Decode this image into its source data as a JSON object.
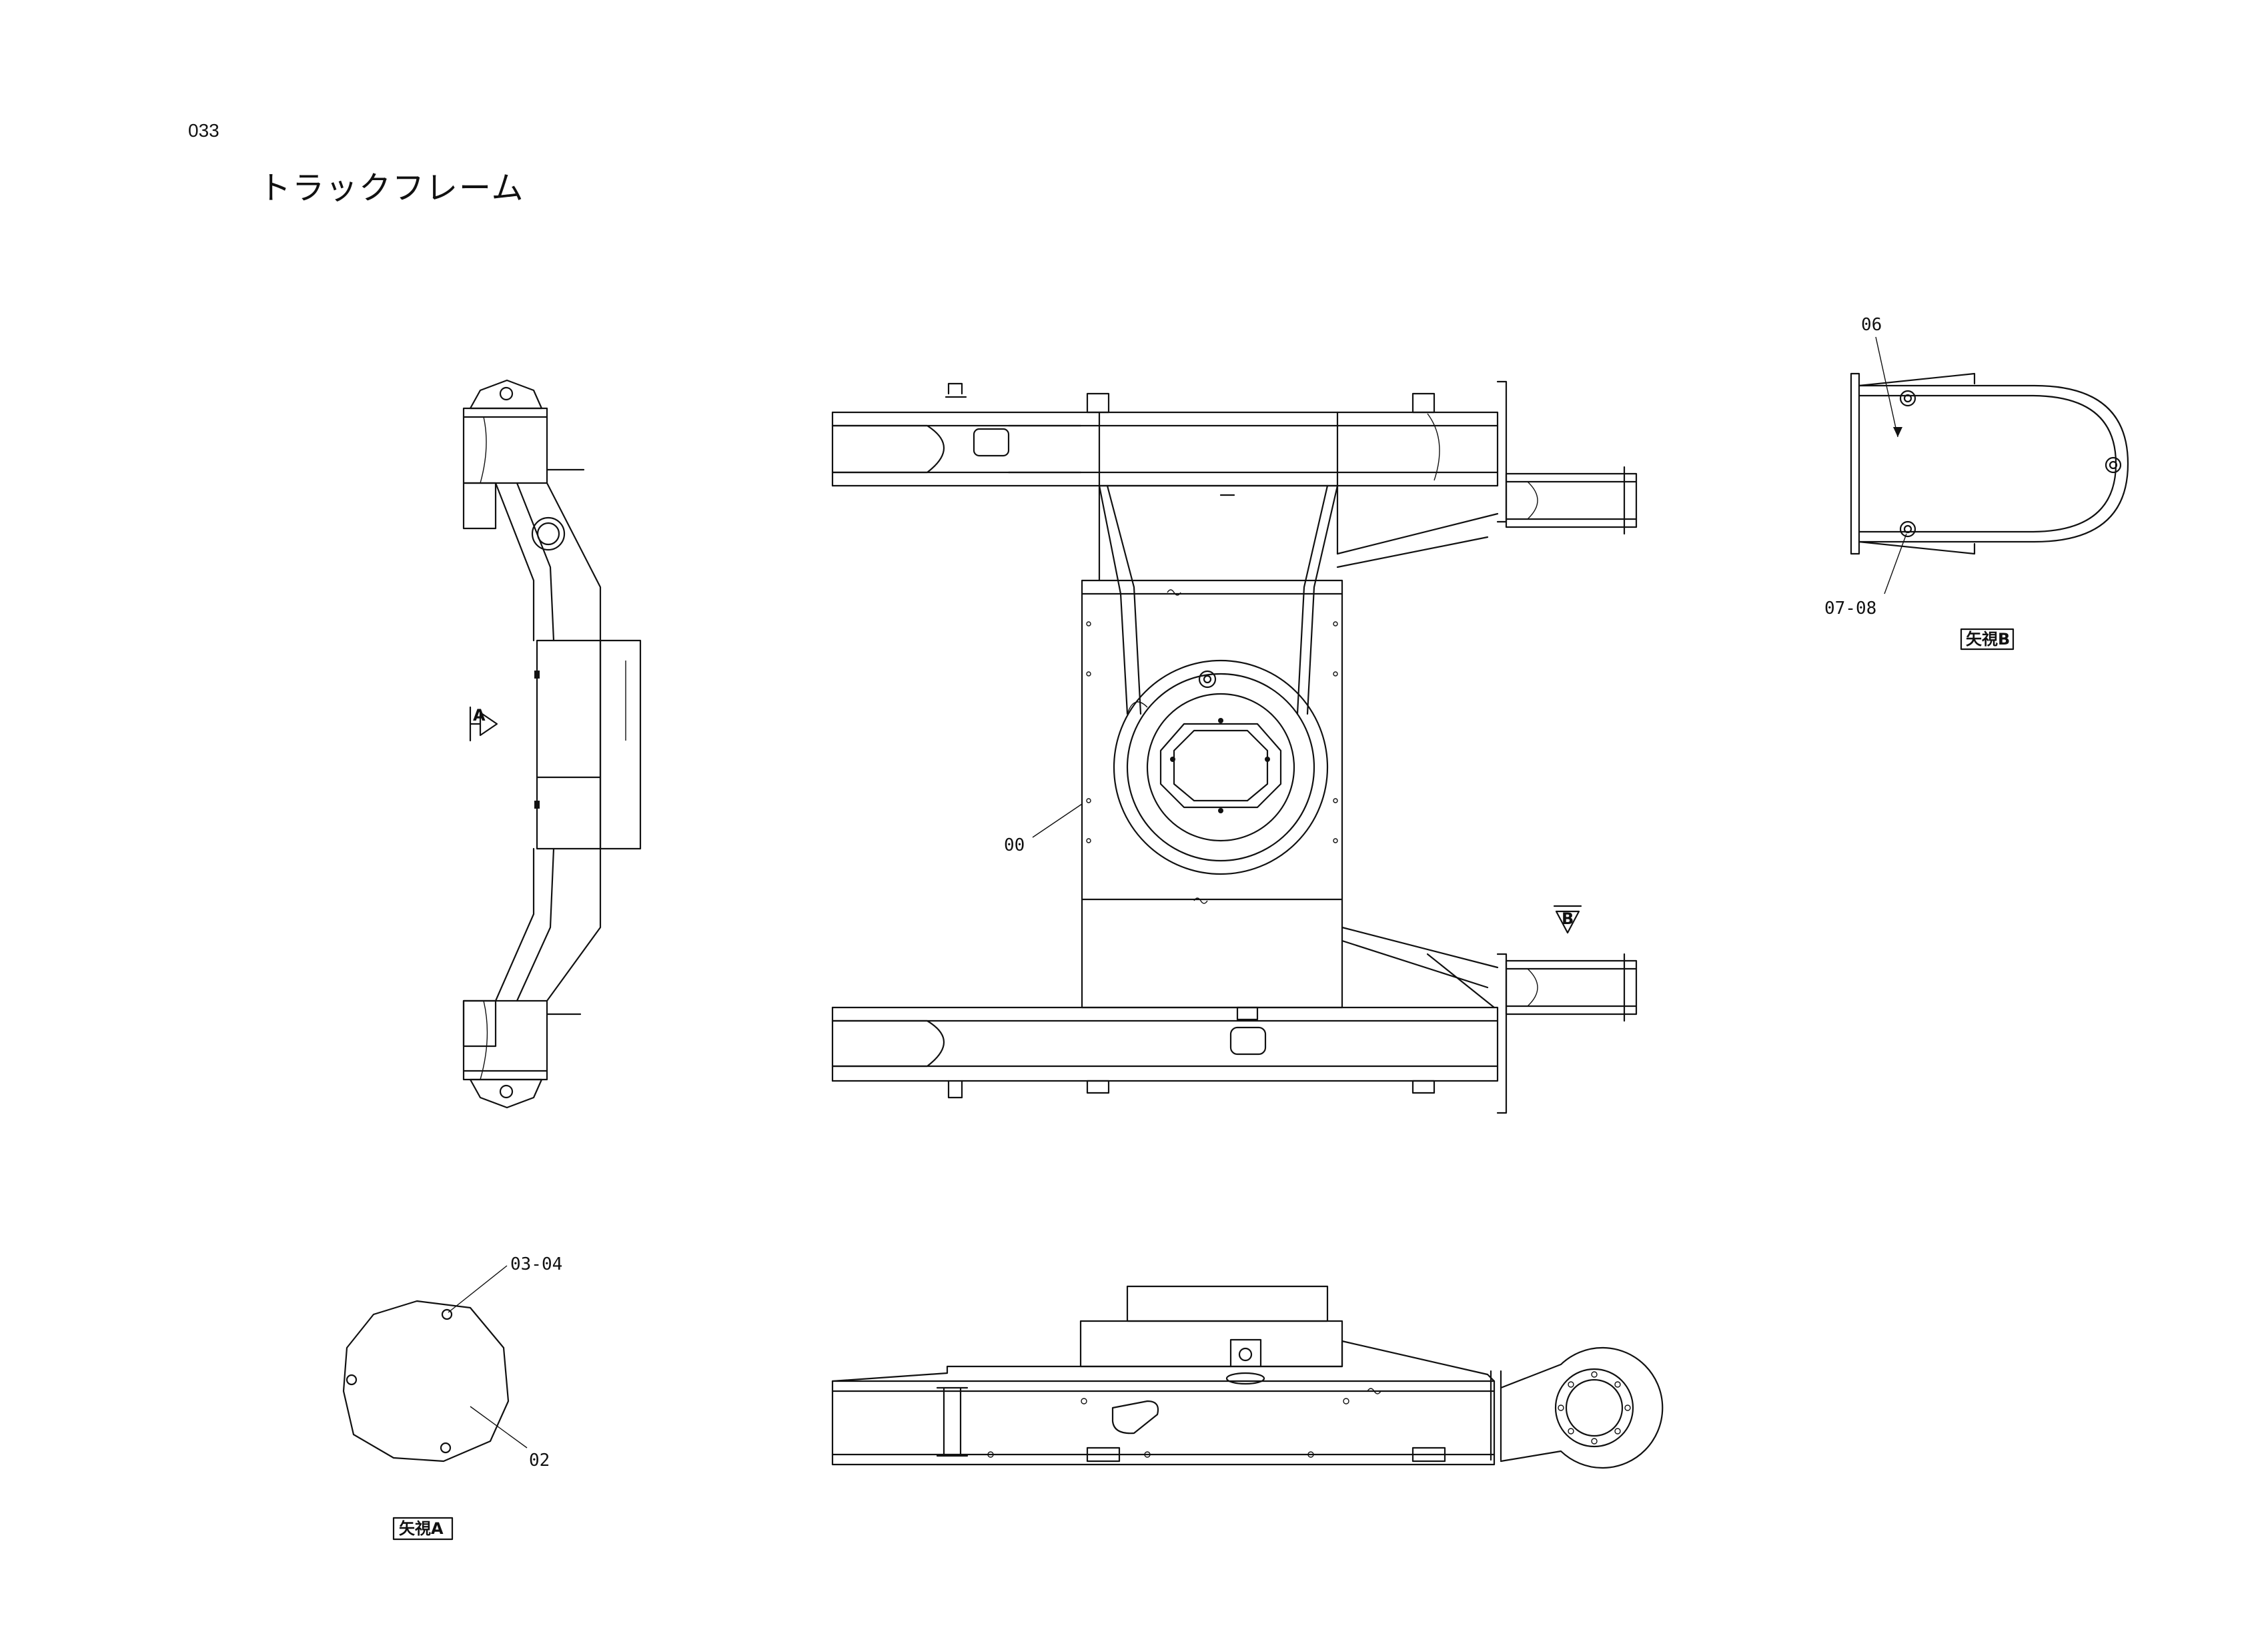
{
  "page": {
    "number": "033",
    "title": "トラックフレーム"
  },
  "callouts": {
    "frame": "00",
    "cover": "02",
    "cover_bolts": "03-04",
    "guard": "06",
    "guard_bolts": "07-08"
  },
  "view_markers": {
    "a_letter": "A",
    "b_letter": "B",
    "view_a_caption": "矢視A",
    "view_b_caption": "矢視B"
  }
}
